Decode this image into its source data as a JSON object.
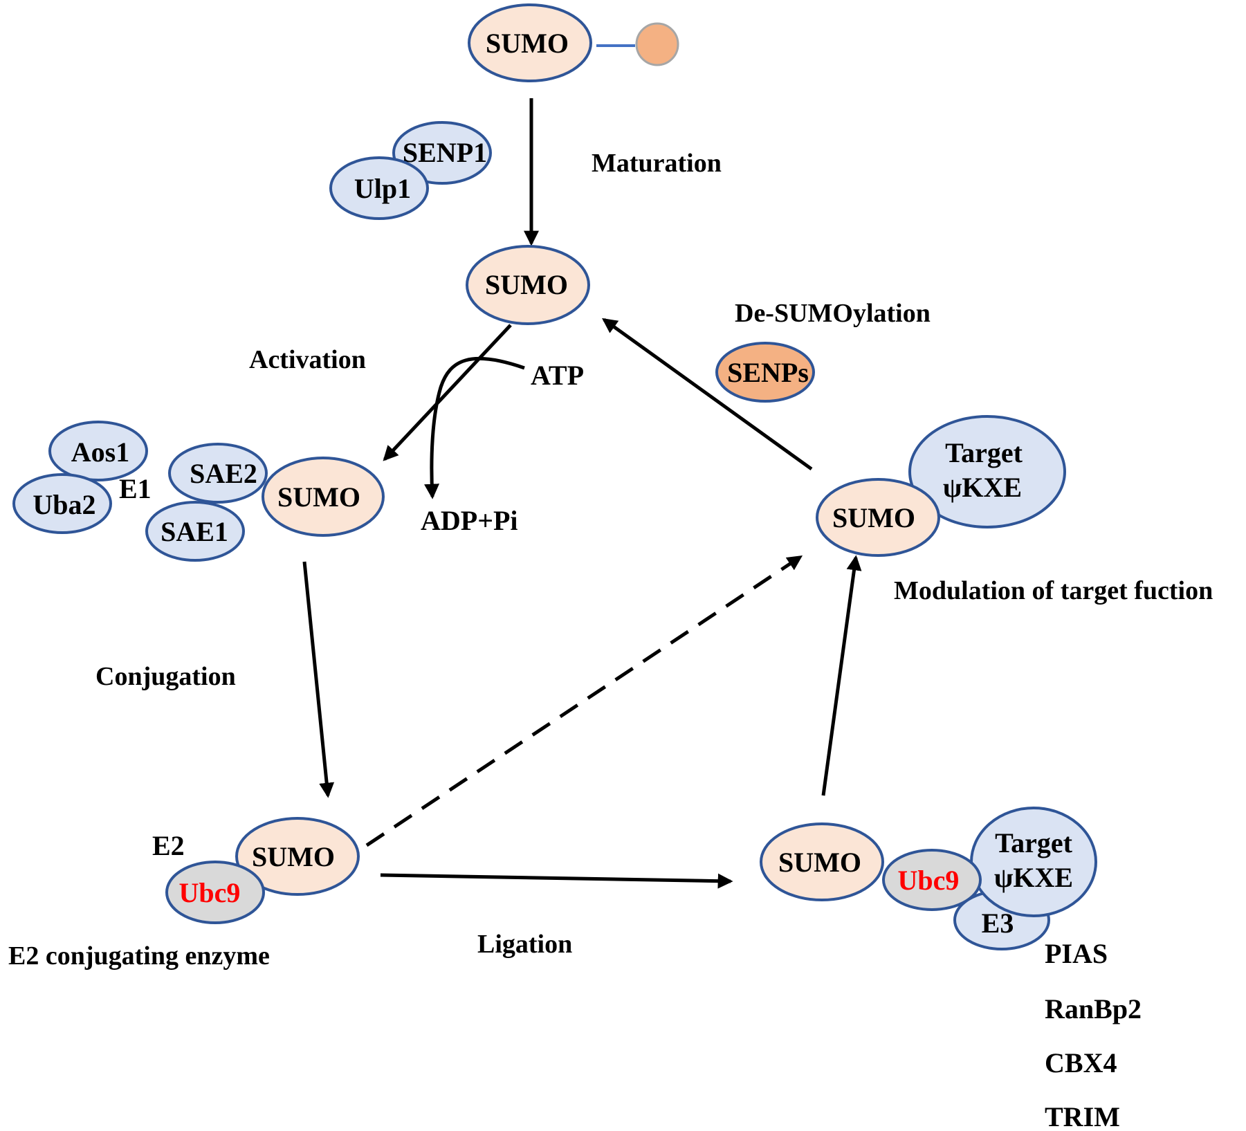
{
  "colors": {
    "sumo_fill": "#fbe5d6",
    "protein_fill": "#dae3f3",
    "ubc9_fill": "#d9d9d9",
    "senps_fill": "#f4b183",
    "precursor_tail": "#f4b183",
    "outline": "#2f5597",
    "tail_line": "#4472c4",
    "ubc9_text": "#ff0000",
    "arrow": "#000000"
  },
  "nodes": {
    "sumo_precursor": "SUMO",
    "senp1": "SENP1",
    "ulp1": "Ulp1",
    "sumo_mature": "SUMO",
    "senps": "SENPs",
    "aos1": "Aos1",
    "uba2": "Uba2",
    "e1": "E1",
    "sae2": "SAE2",
    "sae1": "SAE1",
    "sumo_e1": "SUMO",
    "atp": "ATP",
    "adp_pi": "ADP+Pi",
    "target_top_line1": "Target",
    "target_top_line2": "ψKXE",
    "sumo_target": "SUMO",
    "e2": "E2",
    "sumo_e2": "SUMO",
    "ubc9_e2": "Ubc9",
    "sumo_ligation": "SUMO",
    "ubc9_ligation": "Ubc9",
    "target_bottom_line1": "Target",
    "target_bottom_line2": "ψKXE",
    "e3": "E3"
  },
  "labels": {
    "maturation": "Maturation",
    "de_sumoylation": "De-SUMOylation",
    "activation": "Activation",
    "modulation": "Modulation of target fuction",
    "conjugation": "Conjugation",
    "e2_enzyme": "E2 conjugating enzyme",
    "ligation": "Ligation"
  },
  "e3_ligases": [
    "PIAS",
    "RanBp2",
    "CBX4",
    "TRIM"
  ]
}
